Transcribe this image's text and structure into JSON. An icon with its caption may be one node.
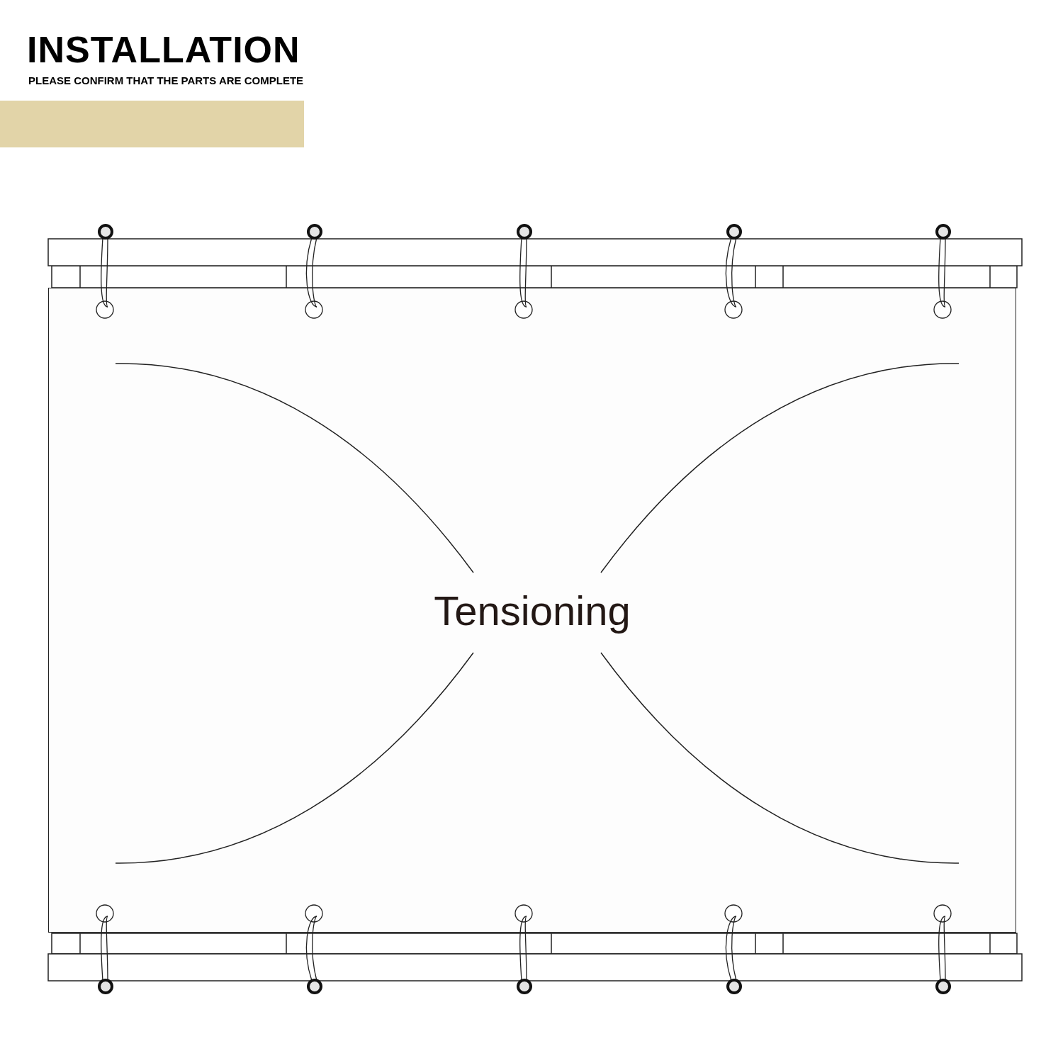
{
  "diagram": {
    "title": "INSTALLATION",
    "nodes": [
      {
        "text": [
          "Tensioning"
        ]
      }
    ],
    "labels": [
      "PLEASE CONFIRM THAT THE PARTS ARE COMPLETE"
    ]
  }
}
